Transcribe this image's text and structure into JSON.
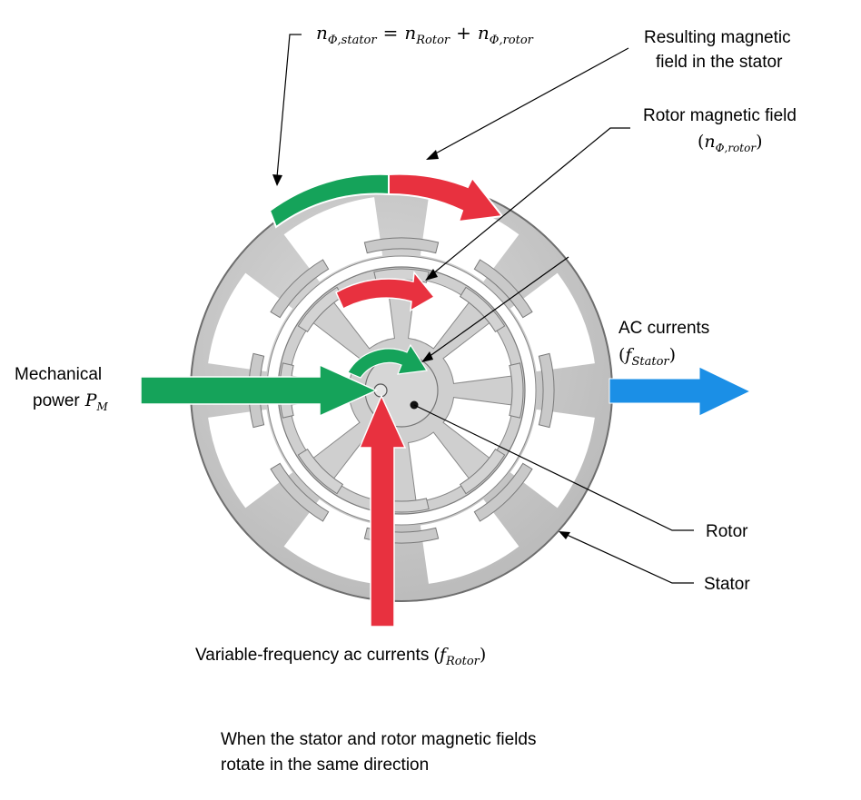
{
  "equation": {
    "n": "n",
    "sub_stator": "Φ,stator",
    "eq": "=",
    "sub_rotor_speed": "Rotor",
    "plus": "+",
    "sub_rotor_field": "Φ,rotor"
  },
  "labels": {
    "resulting_line1": "Resulting magnetic",
    "resulting_line2": "field in the stator",
    "rotor_field_line1": "Rotor magnetic field",
    "rotor_field_sym_open": "(",
    "rotor_field_sym_n": "n",
    "rotor_field_sym_sub": "Φ,rotor",
    "rotor_field_sym_close": ")",
    "ac_line1": "AC currents",
    "ac_open": "(",
    "ac_f": "f",
    "ac_sub": "Stator",
    "ac_close": ")",
    "mech_line1": "Mechanical",
    "mech_line2": "power",
    "mech_P": "P",
    "mech_sub": "M",
    "rotor": "Rotor",
    "stator": "Stator",
    "varfreq": "Variable-frequency ac currents (",
    "varfreq_f": "f",
    "varfreq_sub": "Rotor",
    "varfreq_close": ")",
    "caption_line1": "When the stator and rotor magnetic fields",
    "caption_line2": "rotate in the same direction"
  },
  "colors": {
    "red": "#e8313f",
    "green": "#15a35a",
    "blue": "#1b8fe6",
    "metal": "#c6c6c6",
    "metal_edge": "#7a7a7a"
  }
}
